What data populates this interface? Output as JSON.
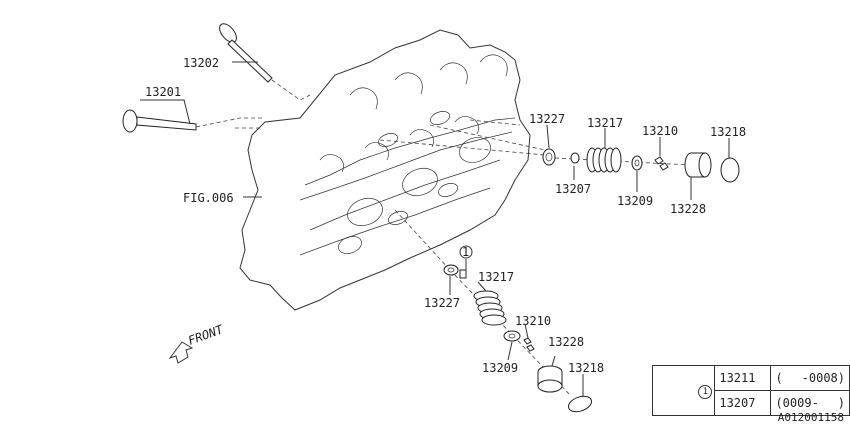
{
  "labels": {
    "p13202": "13202",
    "p13201": "13201",
    "fig": "FIG.006",
    "p13227_top": "13227",
    "p13217_top": "13217",
    "p13210_top": "13210",
    "p13218_top": "13218",
    "p13207_top": "13207",
    "p13209_top": "13209",
    "p13228_top": "13228",
    "ref_marker": "1",
    "p13227_bot": "13227",
    "p13217_bot": "13217",
    "p13210_bot": "13210",
    "p13228_bot": "13228",
    "p13209_bot": "13209",
    "p13218_bot": "13218",
    "front": "FRONT"
  },
  "legend": {
    "marker": "1",
    "rows": [
      {
        "part": "13211",
        "open": "(",
        "range": "-0008)"
      },
      {
        "part": "13207",
        "open": "(0009-",
        "range": ")"
      }
    ]
  },
  "diagram_id": "A012001158"
}
